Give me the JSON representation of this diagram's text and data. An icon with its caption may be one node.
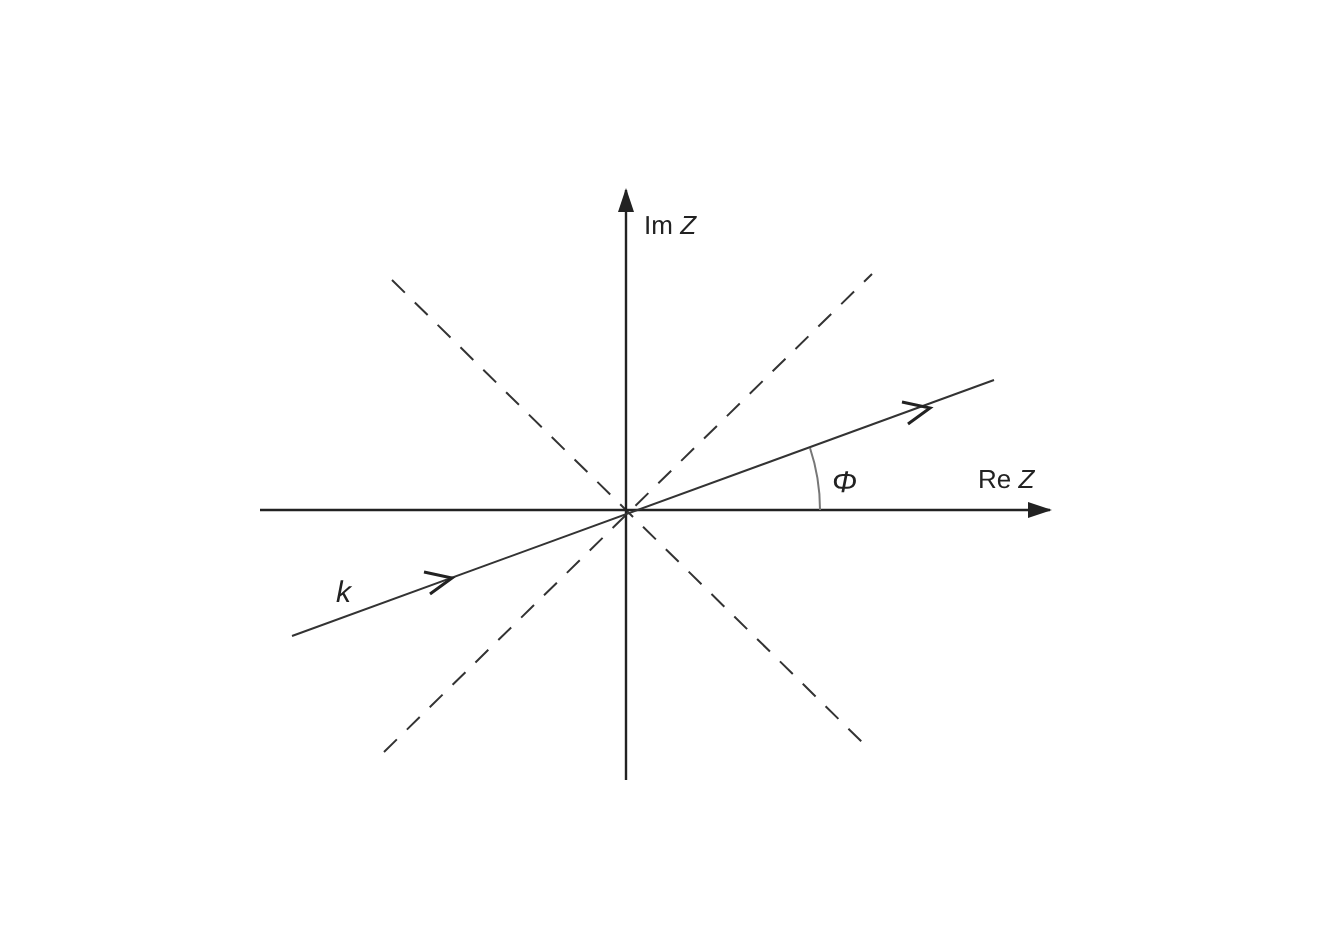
{
  "diagram": {
    "labels": [
      "Im *Z*",
      "Φ",
      "Re *Z*",
      "k"
    ]
  }
}
